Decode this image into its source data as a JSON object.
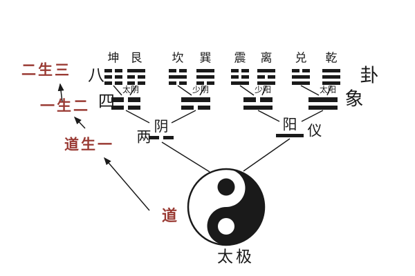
{
  "red_annotations": {
    "er_sheng_san": "二生三",
    "yi_sheng_er": "一生二",
    "dao_sheng_yi": "道生一",
    "dao": "道"
  },
  "row_labels": {
    "bagua_left": "八",
    "bagua_right": "卦",
    "sixiang_left": "四",
    "sixiang_right": "象",
    "liangyi_left": "两",
    "liangyi_right": "仪"
  },
  "trigrams": [
    {
      "name": "坤",
      "lines": [
        "broken",
        "broken",
        "broken"
      ]
    },
    {
      "name": "艮",
      "lines": [
        "solid",
        "broken",
        "broken"
      ]
    },
    {
      "name": "坎",
      "lines": [
        "broken",
        "solid",
        "broken"
      ]
    },
    {
      "name": "巽",
      "lines": [
        "solid",
        "solid",
        "broken"
      ]
    },
    {
      "name": "震",
      "lines": [
        "broken",
        "broken",
        "solid"
      ]
    },
    {
      "name": "离",
      "lines": [
        "solid",
        "broken",
        "solid"
      ]
    },
    {
      "name": "兑",
      "lines": [
        "broken",
        "solid",
        "solid"
      ]
    },
    {
      "name": "乾",
      "lines": [
        "solid",
        "solid",
        "solid"
      ]
    }
  ],
  "sixiang": [
    {
      "name": "太阴",
      "lines": [
        "broken",
        "broken"
      ]
    },
    {
      "name": "少阴",
      "lines": [
        "solid",
        "broken"
      ]
    },
    {
      "name": "少阳",
      "lines": [
        "broken",
        "solid"
      ]
    },
    {
      "name": "太阳",
      "lines": [
        "solid",
        "solid"
      ]
    }
  ],
  "liangyi": [
    {
      "name": "阴",
      "line": "broken"
    },
    {
      "name": "阳",
      "line": "solid"
    }
  ],
  "taiji_label": "太极",
  "colors": {
    "ink": "#1a1a1a",
    "red": "#993a33",
    "background": "#ffffff"
  }
}
